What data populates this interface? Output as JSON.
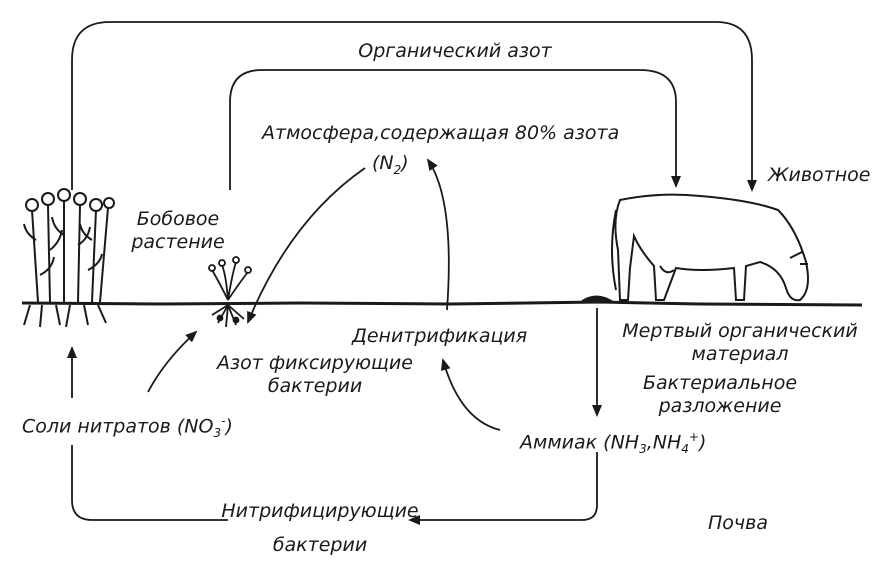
{
  "colors": {
    "ink": "#1a1a1a",
    "background": "#ffffff"
  },
  "icons": [
    "plant-icon",
    "legume-plant-icon",
    "cow-icon",
    "soil-mound-icon"
  ],
  "labels": {
    "organic_nitrogen": "Органический азот",
    "atmosphere": "Атмосфера,содержащая 80% азота",
    "n2": "(N",
    "n2_sub": "2",
    "n2_close": ")",
    "animal": "Животное",
    "legume": "Бобовое\nрастение",
    "dead_material": "Мертвый органический\nматериал",
    "bacterial_decomposition": "Бактериальное\nразложение",
    "denitrification": "Денитрификация",
    "nitrogen_fixing": "Азот фиксирующие\nбактерии",
    "nitrates_prefix": "Соли нитратов (NO",
    "nitrates_sub": "3",
    "nitrates_sup": "-",
    "nitrates_close": ")",
    "ammonia_prefix": "Аммиак (NH",
    "ammonia_sub1": "3",
    "ammonia_mid": ",NH",
    "ammonia_sub2": "4",
    "ammonia_sup": "+",
    "ammonia_close": ")",
    "nitrifying": "Нитрифицирующие\nбактерии",
    "soil": "Почва"
  }
}
